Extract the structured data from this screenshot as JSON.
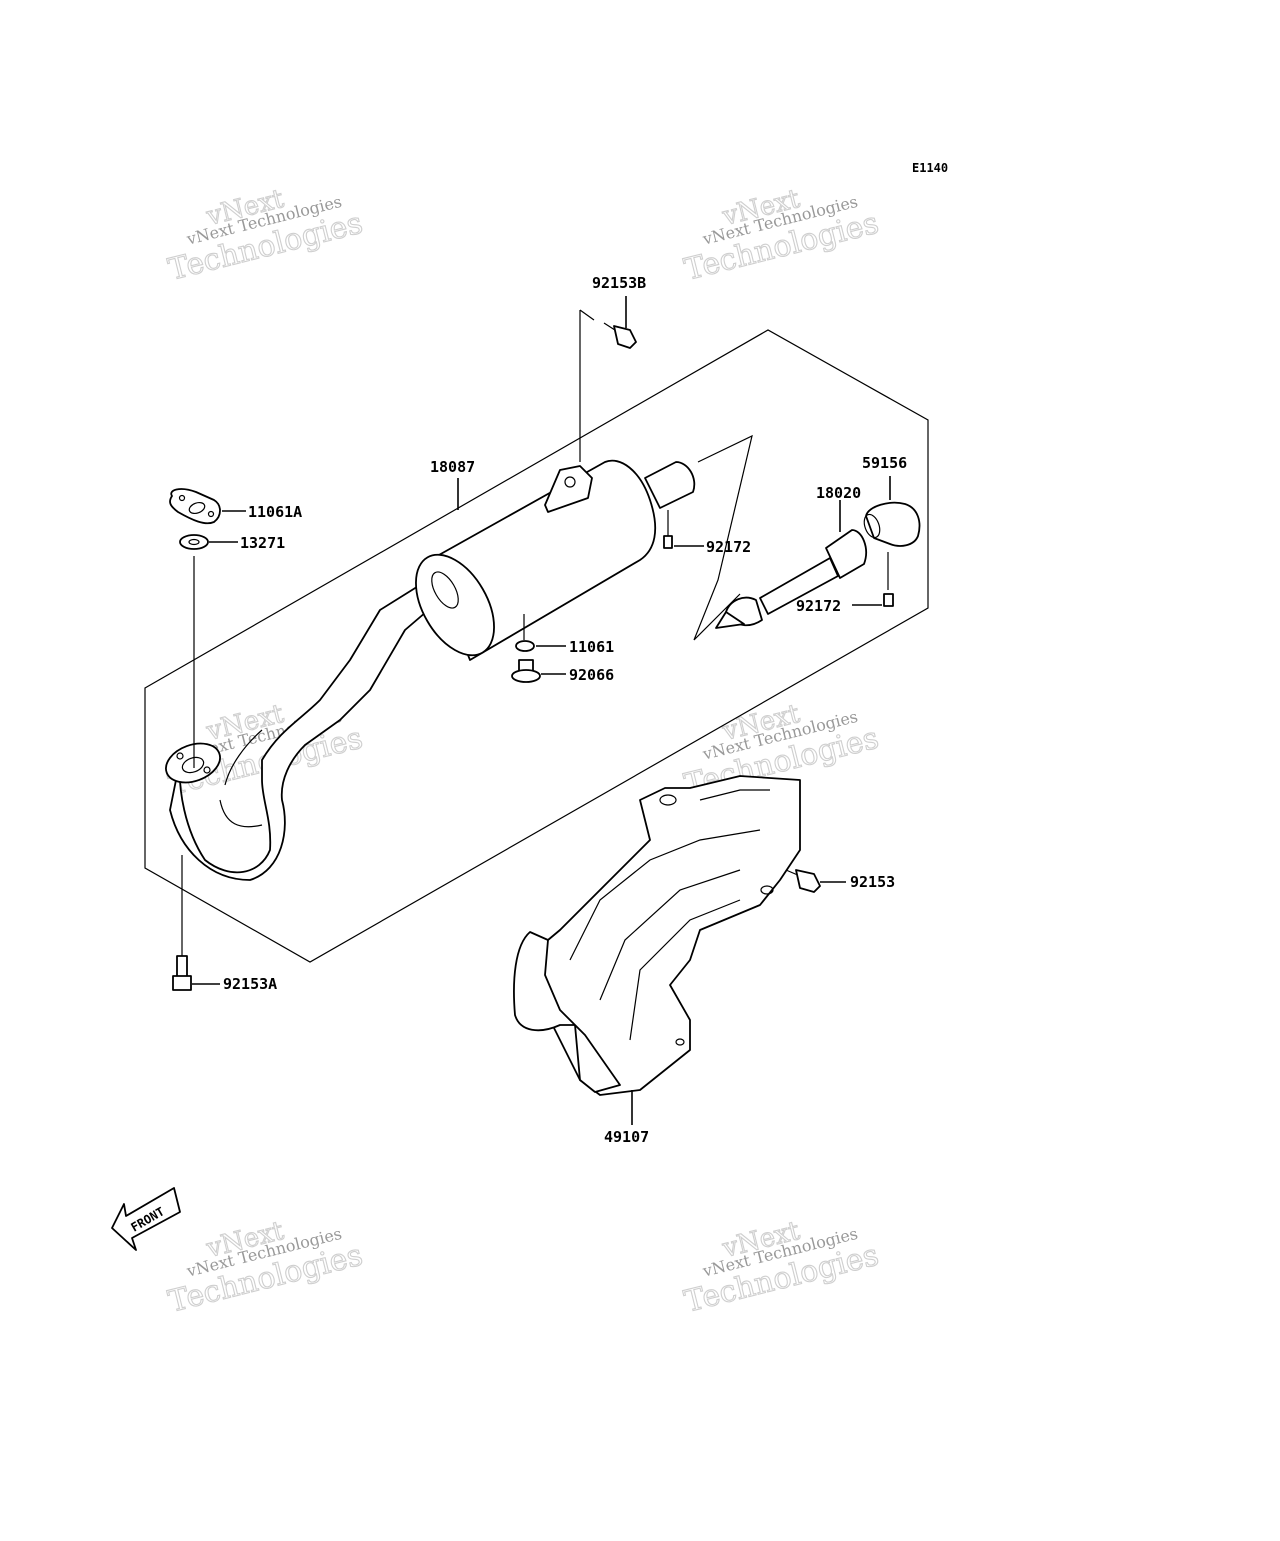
{
  "diagram": {
    "code": "E1140",
    "front_label": "FRONT",
    "parts": {
      "p92153B": "92153B",
      "p18087": "18087",
      "p11061A": "11061A",
      "p13271": "13271",
      "p92172a": "92172",
      "p59156": "59156",
      "p18020": "18020",
      "p92172b": "92172",
      "p11061": "11061",
      "p92066": "92066",
      "p92153": "92153",
      "p92153A": "92153A",
      "p49107": "49107"
    }
  },
  "watermark": {
    "line1": "vNext",
    "line2": "vNext Technologies",
    "line3": "Technologies"
  }
}
